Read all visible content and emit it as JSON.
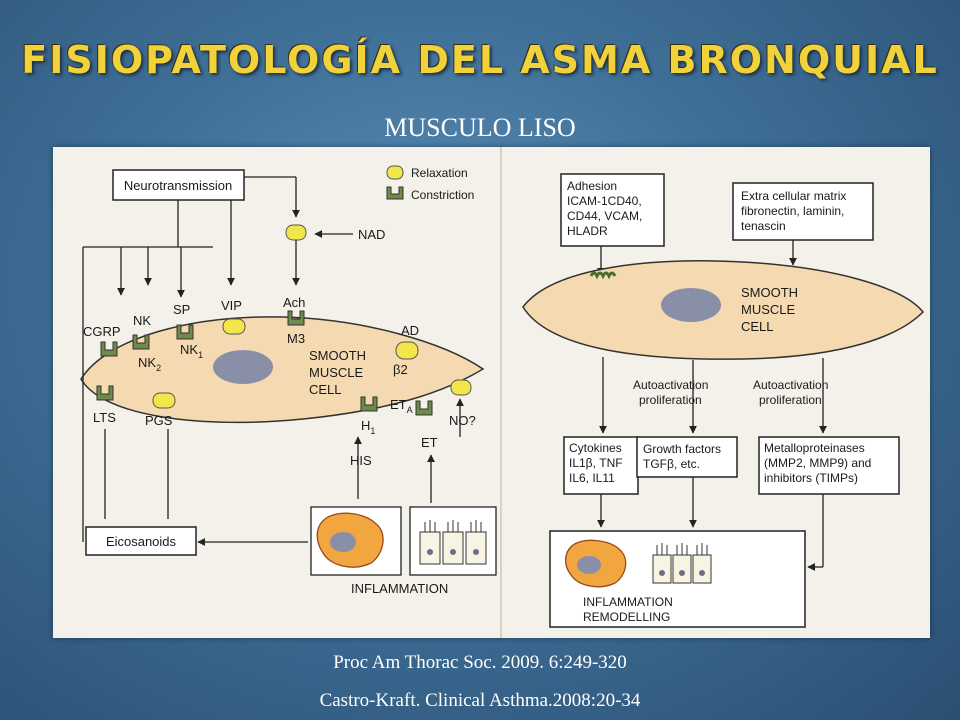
{
  "slide": {
    "title": "FISIOPATOLOGÍA DEL ASMA BRONQUIAL",
    "subtitle": "MUSCULO LISO",
    "citation_1": "Proc Am Thorac Soc. 2009. 6:249-320",
    "citation_2": "Castro-Kraft. Clinical  Asthma.2008:20-34"
  },
  "left_diagram": {
    "neurotransmission": "Neurotransmission",
    "legend_relaxation": "Relaxation",
    "legend_constriction": "Constriction",
    "nad": "NAD",
    "cgrp": "CGRP",
    "nk": "NK",
    "nk2": "NK",
    "nk2_sub": "2",
    "sp": "SP",
    "nk1": "NK",
    "nk1_sub": "1",
    "vip": "VIP",
    "ach": "Ach",
    "m3": "M3",
    "ad": "AD",
    "beta2": "β2",
    "cell_line1": "SMOOTH",
    "cell_line2": "MUSCLE",
    "cell_line3": "CELL",
    "lts": "LTS",
    "pgs": "PGS",
    "h1": "H",
    "h1_sub": "1",
    "eta": "ET",
    "eta_sub": "A",
    "no": "NO?",
    "his": "HIS",
    "et": "ET",
    "eicosanoids": "Eicosanoids",
    "inflammation": "INFLAMMATION"
  },
  "right_diagram": {
    "adhesion_l1": "Adhesion",
    "adhesion_l2": "ICAM-1CD40,",
    "adhesion_l3": "CD44, VCAM,",
    "adhesion_l4": "HLADR",
    "ecm_l1": "Extra cellular matrix",
    "ecm_l2": "fibronectin, laminin,",
    "ecm_l3": "tenascin",
    "cell_line1": "SMOOTH",
    "cell_line2": "MUSCLE",
    "cell_line3": "CELL",
    "auto1_l1": "Autoactivation",
    "auto1_l2": "proliferation",
    "auto2_l1": "Autoactivation",
    "auto2_l2": "proliferation",
    "cyt_l1": "Cytokines",
    "cyt_l2": "IL1β, TNF",
    "cyt_l3": "IL6, IL11",
    "gf_l1": "Growth factors",
    "gf_l2": "TGFβ, etc.",
    "mmp_l1": "Metalloproteinases",
    "mmp_l2": "(MMP2, MMP9) and",
    "mmp_l3": "inhibitors (TIMPs)",
    "out_l1": "INFLAMMATION",
    "out_l2": "REMODELLING"
  },
  "colors": {
    "title": "#f2d23b",
    "cell_fill": "#f5d9b0",
    "nucleus": "#8a8fa8",
    "relax_receptor": "#f3e64a",
    "constrict_receptor": "#6f8a4a",
    "background": "#3f6f97"
  }
}
